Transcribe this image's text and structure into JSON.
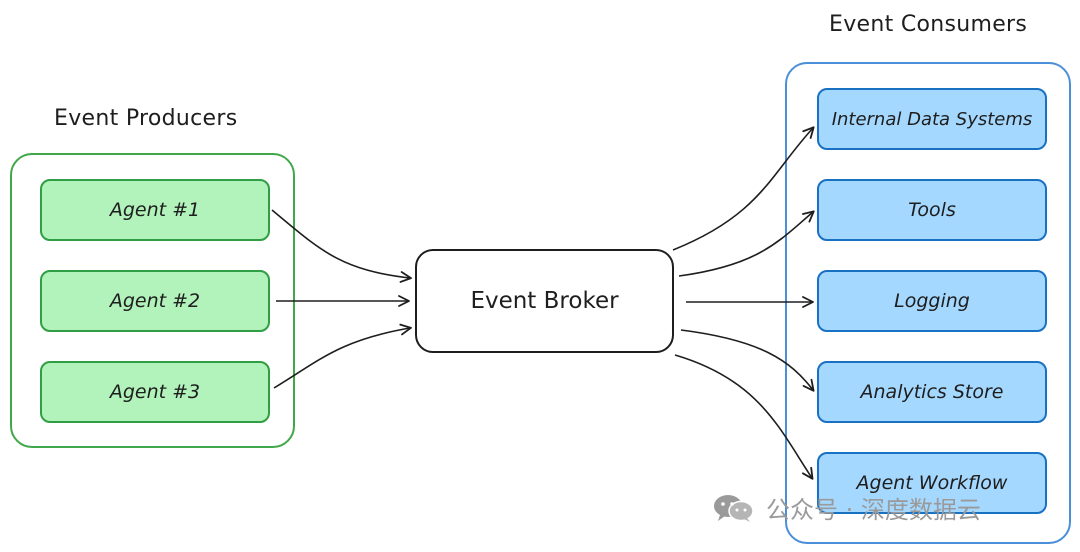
{
  "producers": {
    "title": "Event Producers",
    "items": [
      {
        "label": "Agent #1"
      },
      {
        "label": "Agent #2"
      },
      {
        "label": "Agent #3"
      }
    ]
  },
  "broker": {
    "label": "Event Broker"
  },
  "consumers": {
    "title": "Event Consumers",
    "items": [
      {
        "label": "Internal Data Systems"
      },
      {
        "label": "Tools"
      },
      {
        "label": "Logging"
      },
      {
        "label": "Analytics Store"
      },
      {
        "label": "Agent Workflow"
      }
    ]
  },
  "watermark": {
    "icon": "wechat-icon",
    "text": "公众号 · 深度数据云"
  },
  "colors": {
    "producer_fill": "#b2f2bb",
    "producer_stroke": "#2f9e44",
    "producer_group": "#40a84a",
    "consumer_fill": "#a5d8ff",
    "consumer_stroke": "#1971c2",
    "consumer_group": "#4a8fd8",
    "arrow": "#1e1e1e"
  }
}
